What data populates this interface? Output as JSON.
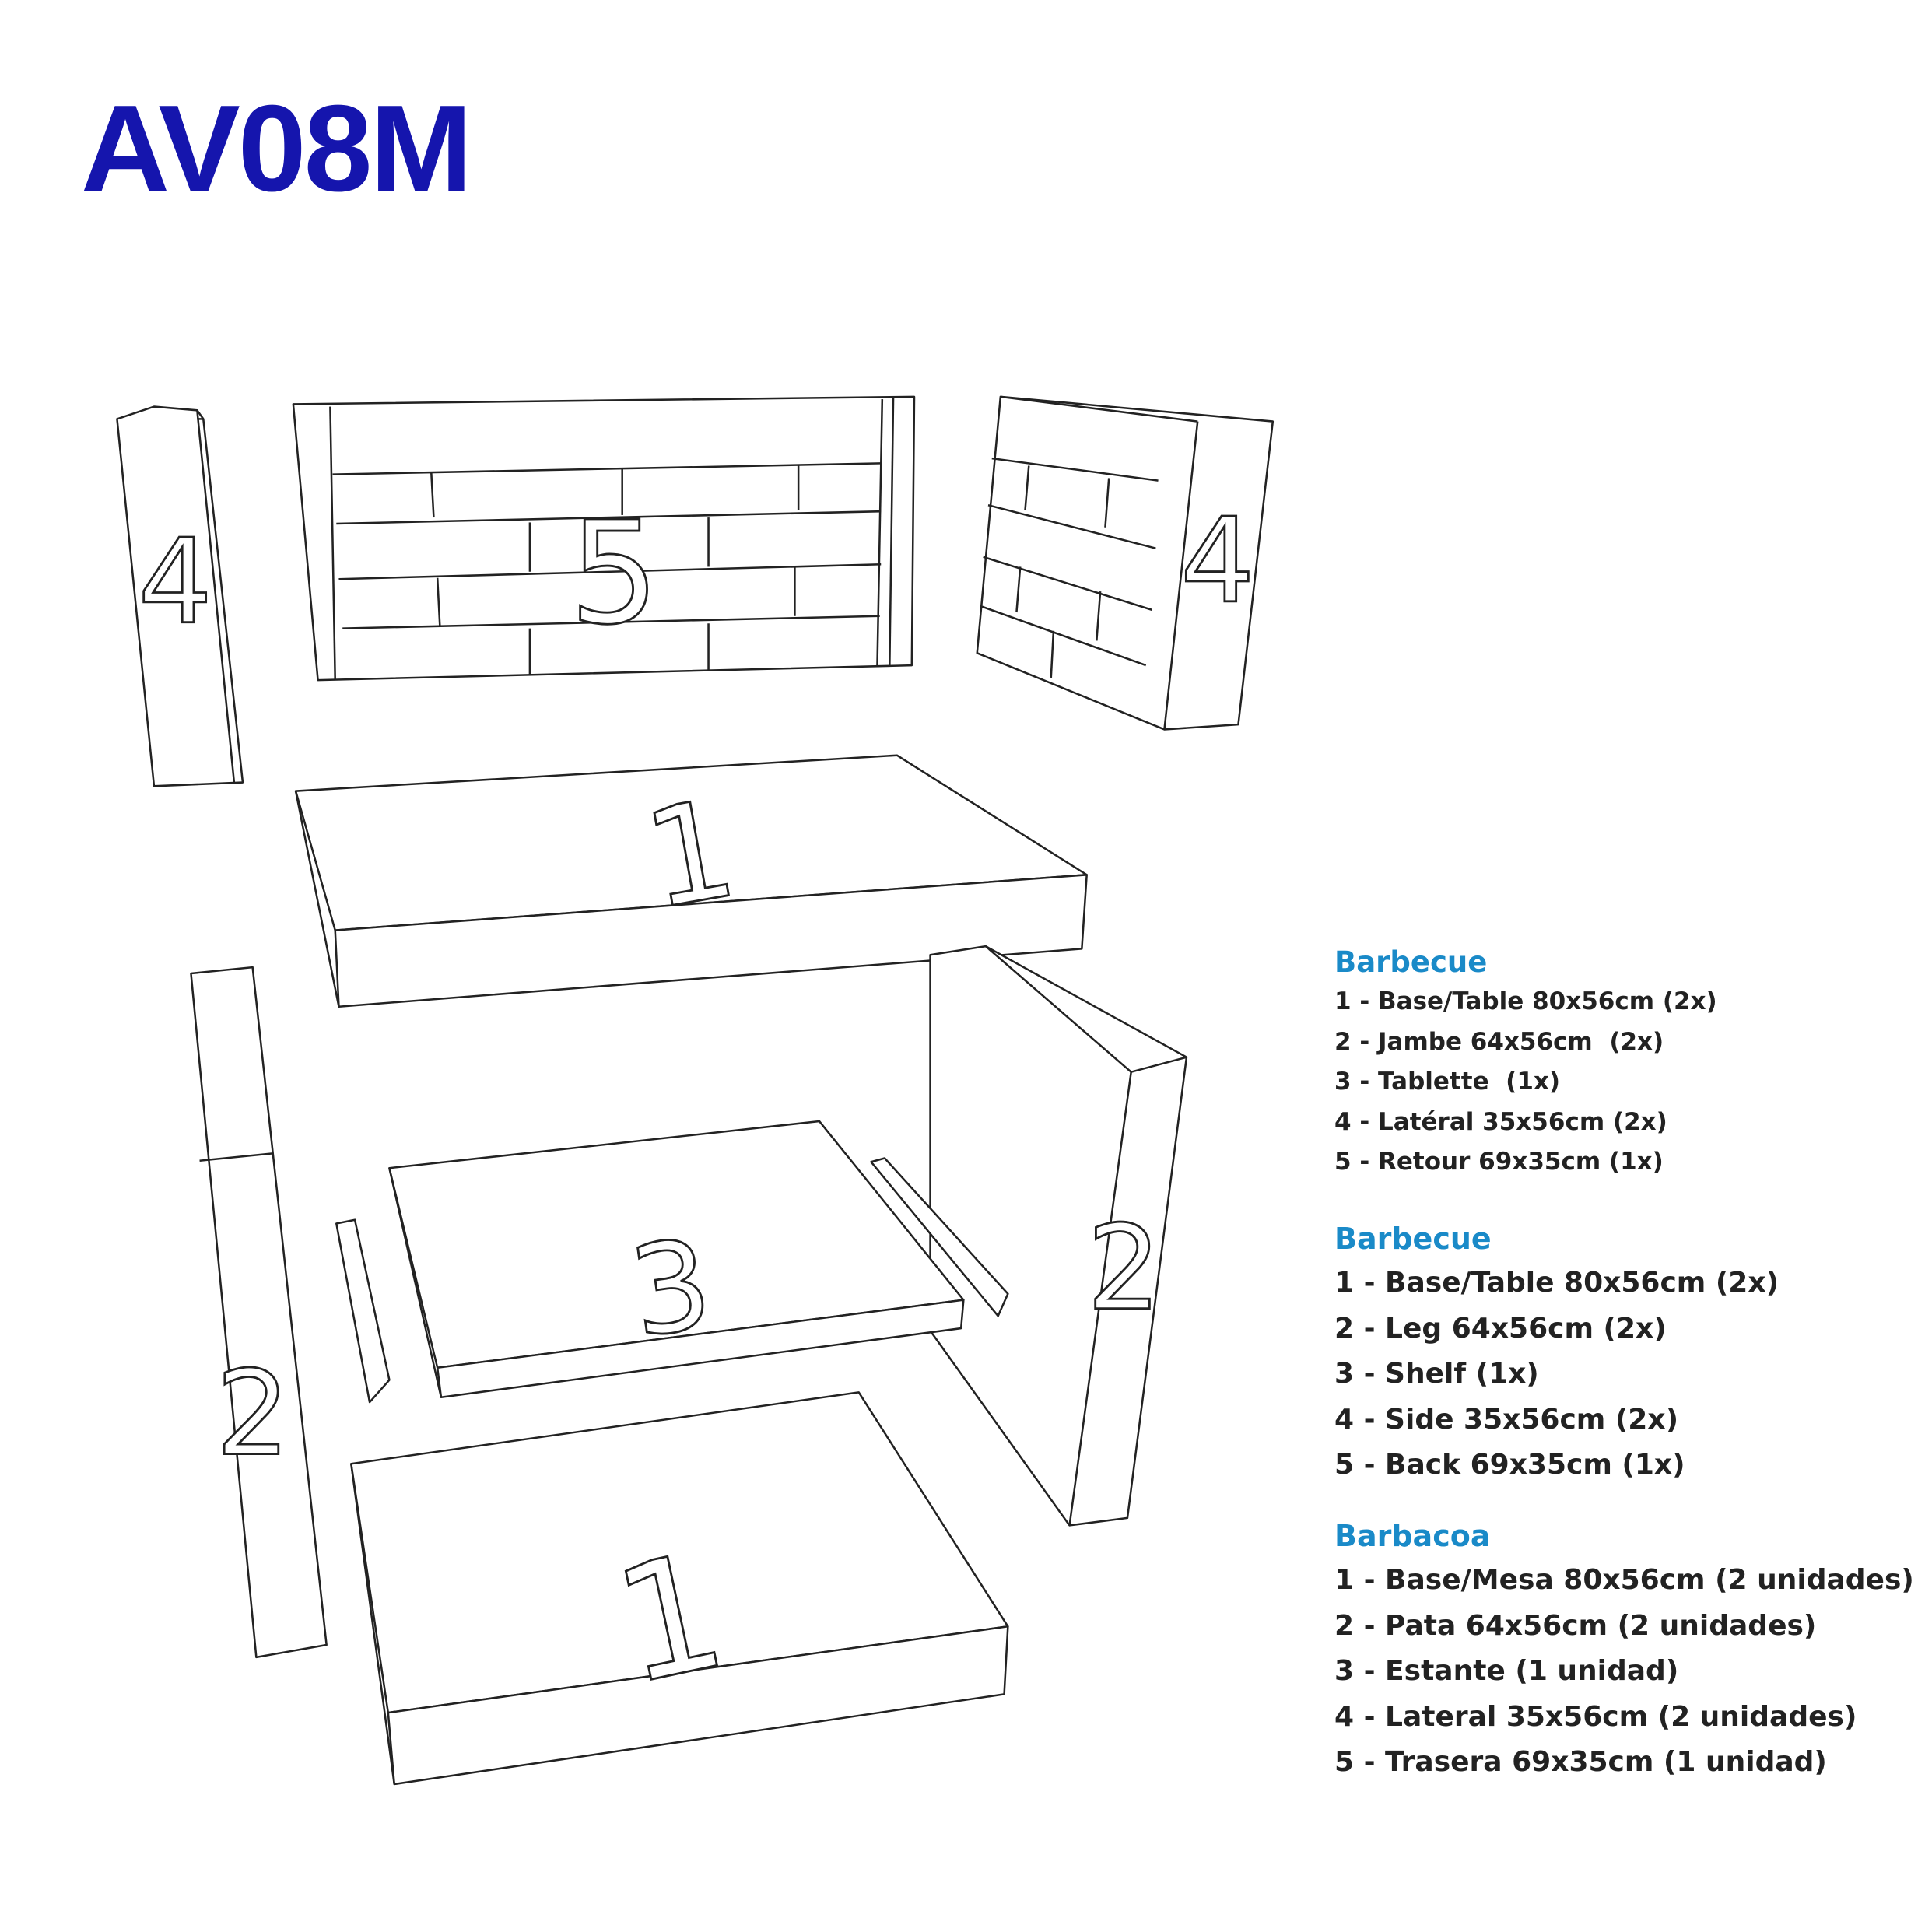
{
  "title": "AV08M",
  "part_labels": [
    "1",
    "2",
    "3",
    "4",
    "5"
  ],
  "legends": [
    {
      "heading": "Barbecue",
      "items": [
        "1 - Base/Table 80x56cm (2x)",
        "2 - Jambe 64x56cm  (2x)",
        "3 - Tablette  (1x)",
        "4 - Latéral 35x56cm (2x)",
        "5 - Retour 69x35cm (1x)"
      ]
    },
    {
      "heading": "Barbecue",
      "items": [
        "1 - Base/Table 80x56cm (2x)",
        "2 - Leg 64x56cm (2x)",
        "3 - Shelf (1x)",
        "4 - Side 35x56cm (2x)",
        "5 - Back 69x35cm (1x)"
      ]
    },
    {
      "heading": "Barbacoa",
      "items": [
        "1 - Base/Mesa 80x56cm (2 unidades)",
        "2 - Pata 64x56cm (2 unidades)",
        "3 - Estante (1 unidad)",
        "4 - Lateral 35x56cm (2 unidades)",
        "5 - Trasera 69x35cm (1 unidad)"
      ]
    }
  ],
  "colors": {
    "title": "#1515ad",
    "heading": "#1a8ac8",
    "text": "#222222"
  }
}
